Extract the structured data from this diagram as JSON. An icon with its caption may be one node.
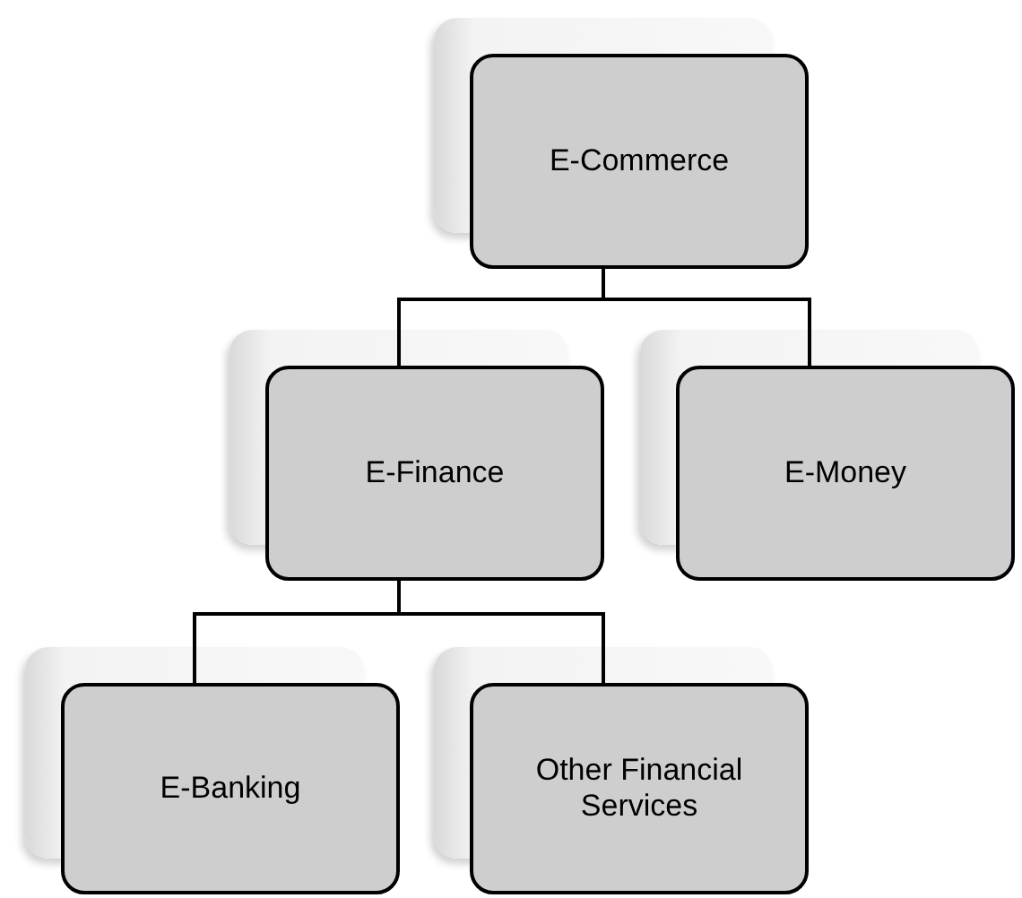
{
  "diagram": {
    "nodes": [
      {
        "text": [
          "E-Commerce"
        ]
      },
      {
        "text": [
          "E-Finance"
        ]
      },
      {
        "text": [
          "E-Money"
        ]
      },
      {
        "text": [
          "E-Banking"
        ]
      },
      {
        "text": [
          "Other Financial Services"
        ]
      }
    ],
    "edges": [
      {
        "from": 0,
        "to": 1,
        "arrow": "none"
      },
      {
        "from": 0,
        "to": 2,
        "arrow": "none"
      },
      {
        "from": 1,
        "to": 3,
        "arrow": "none"
      },
      {
        "from": 1,
        "to": 4,
        "arrow": "none"
      }
    ]
  }
}
